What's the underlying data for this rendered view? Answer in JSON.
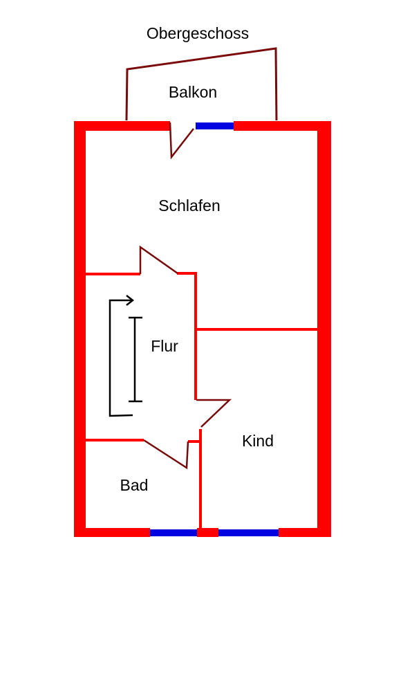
{
  "plan": {
    "floor_title": "Obergeschoss",
    "rooms": {
      "balcony": "Balkon",
      "bedroom": "Schlafen",
      "hallway": "Flur",
      "child_room": "Kind",
      "bathroom": "Bad"
    }
  },
  "colors": {
    "wall": "#ff0000",
    "window": "#0000e0",
    "door": "#7a0a0a",
    "balcony_outline": "#7a0a0a",
    "stairs": "#000000",
    "text": "#000000",
    "background": "#ffffff"
  }
}
